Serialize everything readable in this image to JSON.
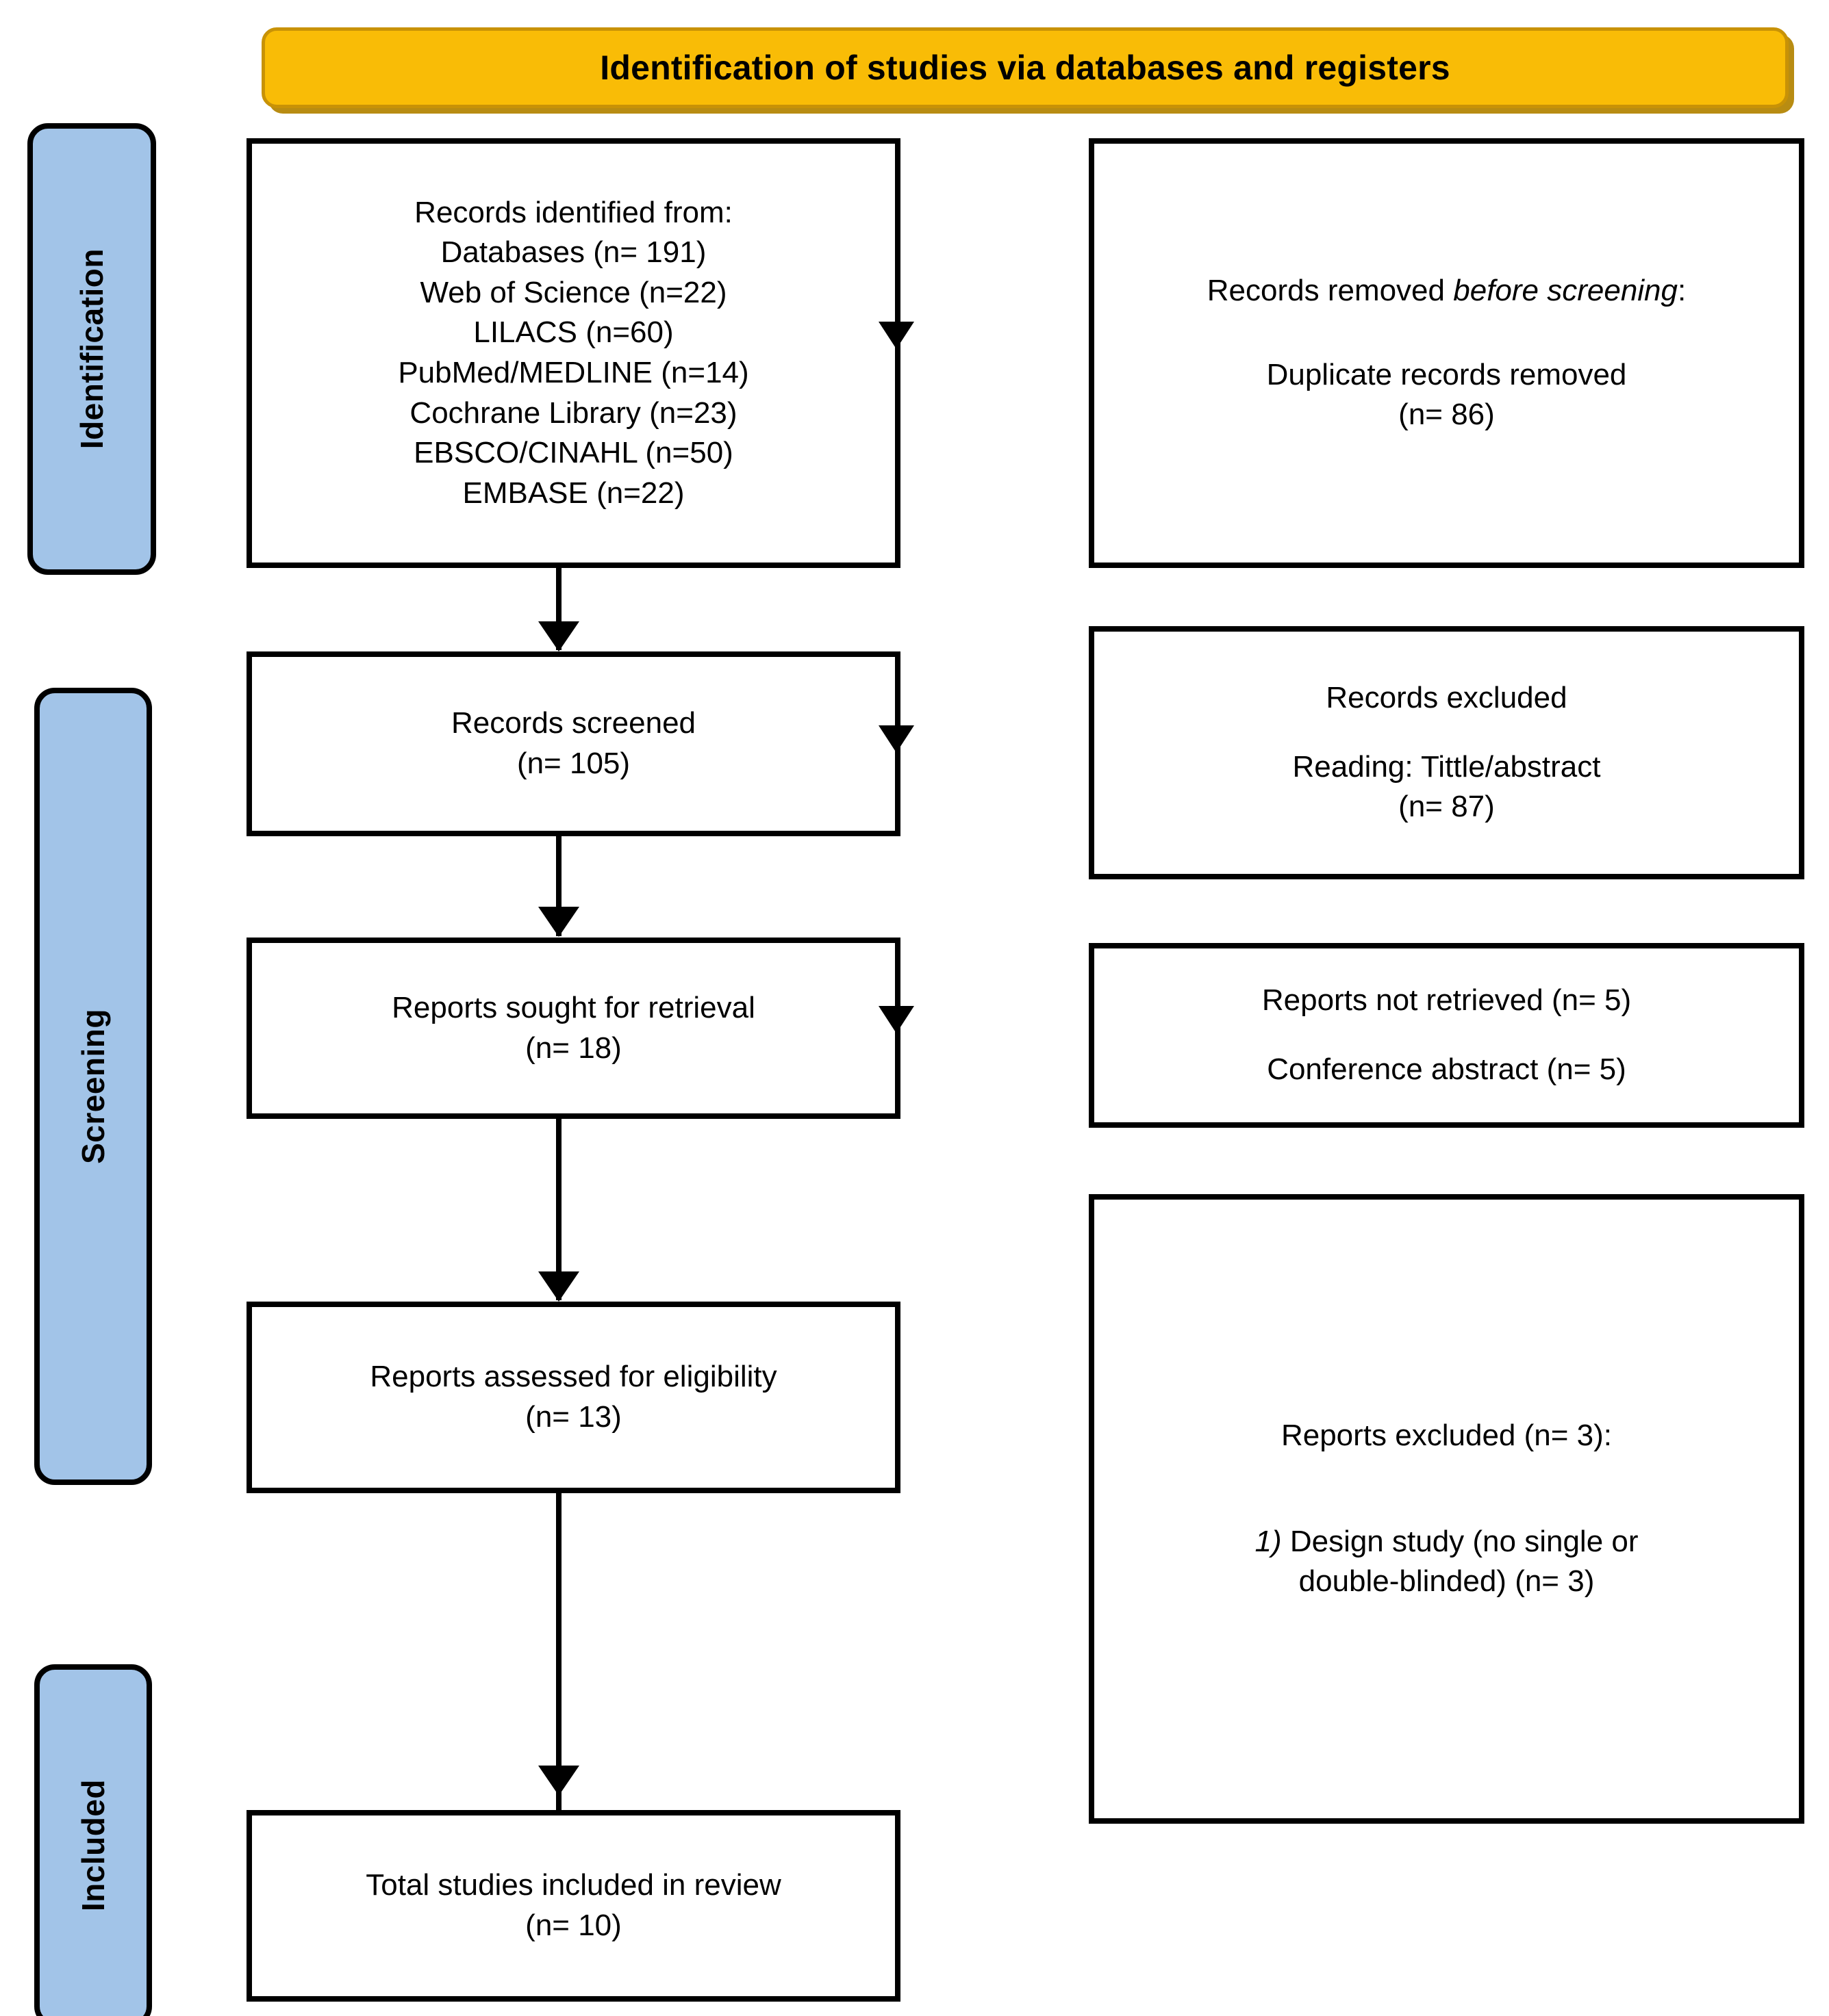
{
  "diagram": {
    "title": "Identification of studies via databases and registers",
    "colors": {
      "banner_fill": "#F9BC06",
      "banner_border": "#C89206",
      "stage_fill": "#A2C4E8",
      "line": "#000000"
    }
  },
  "stages": [
    {
      "id": "identification",
      "label": "Identification"
    },
    {
      "id": "screening",
      "label": "Screening"
    },
    {
      "id": "included",
      "label": "Included"
    }
  ],
  "boxes": {
    "identified": {
      "lines": [
        "Records identified from:",
        "Databases (n= 191)",
        "Web of Science (n=22)",
        "LILACS (n=60)",
        "PubMed/MEDLINE (n=14)",
        "Cochrane Library (n=23)",
        "EBSCO/CINAHL (n=50)",
        "EMBASE (n=22)"
      ]
    },
    "removed_before_screening": {
      "heading_plain": "Records removed ",
      "heading_italic": "before screening",
      "heading_tail": ":",
      "line2": "Duplicate records removed",
      "line3": "(n= 86)"
    },
    "screened": {
      "line1": "Records screened",
      "line2": "(n= 105)"
    },
    "records_excluded": {
      "line1": "Records excluded",
      "line2": "Reading: Tittle/abstract",
      "line3": "(n= 87)"
    },
    "sought_retrieval": {
      "line1": "Reports sought for retrieval",
      "line2": "(n= 18)"
    },
    "not_retrieved": {
      "line1": "Reports not retrieved (n= 5)",
      "line2": "Conference abstract (n= 5)"
    },
    "assessed_eligibility": {
      "line1": "Reports assessed for eligibility",
      "line2": "(n= 13)"
    },
    "reports_excluded": {
      "line1": "Reports excluded (n= 3):",
      "item_marker": "1)",
      "item_text_a": " Design study (no single or",
      "item_text_b": "double-blinded) (n= 3)"
    },
    "included_total": {
      "line1": "Total studies included in review",
      "line2": "(n= 10)"
    }
  },
  "chart_data": {
    "type": "diagram",
    "title": "Identification of studies via databases and registers",
    "flow": [
      {
        "stage": "Identification",
        "node": "Records identified from databases",
        "n": 191
      },
      {
        "stage": "Identification",
        "node": "Web of Science",
        "n": 22
      },
      {
        "stage": "Identification",
        "node": "LILACS",
        "n": 60
      },
      {
        "stage": "Identification",
        "node": "PubMed/MEDLINE",
        "n": 14
      },
      {
        "stage": "Identification",
        "node": "Cochrane Library",
        "n": 23
      },
      {
        "stage": "Identification",
        "node": "EBSCO/CINAHL",
        "n": 50
      },
      {
        "stage": "Identification",
        "node": "EMBASE",
        "n": 22
      },
      {
        "stage": "Identification",
        "node": "Duplicate records removed",
        "n": 86
      },
      {
        "stage": "Screening",
        "node": "Records screened",
        "n": 105
      },
      {
        "stage": "Screening",
        "node": "Records excluded (Reading: Tittle/abstract)",
        "n": 87
      },
      {
        "stage": "Screening",
        "node": "Reports sought for retrieval",
        "n": 18
      },
      {
        "stage": "Screening",
        "node": "Reports not retrieved",
        "n": 5
      },
      {
        "stage": "Screening",
        "node": "Conference abstract",
        "n": 5
      },
      {
        "stage": "Screening",
        "node": "Reports assessed for eligibility",
        "n": 13
      },
      {
        "stage": "Screening",
        "node": "Reports excluded: Design study (no single or double-blinded)",
        "n": 3
      },
      {
        "stage": "Included",
        "node": "Total studies included in review",
        "n": 10
      }
    ]
  }
}
